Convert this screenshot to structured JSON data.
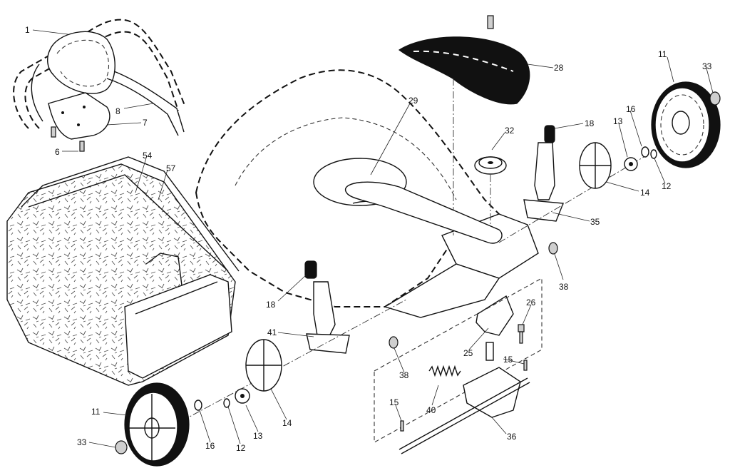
{
  "callouts": {
    "c1": "1",
    "c6": "6",
    "c7": "7",
    "c8": "8",
    "c54": "54",
    "c57": "57",
    "c29": "29",
    "c28": "28",
    "c32": "32",
    "c18a": "18",
    "c18b": "18",
    "c13a": "13",
    "c13b": "13",
    "c16a": "16",
    "c16b": "16",
    "c11a": "11",
    "c11b": "11",
    "c33a": "33",
    "c33b": "33",
    "c14a": "14",
    "c14b": "14",
    "c12a": "12",
    "c12b": "12",
    "c35": "35",
    "c38a": "38",
    "c38b": "38",
    "c26": "26",
    "c25": "25",
    "c15a": "15",
    "c15b": "15",
    "c41": "41",
    "c40": "40",
    "c36": "36"
  }
}
